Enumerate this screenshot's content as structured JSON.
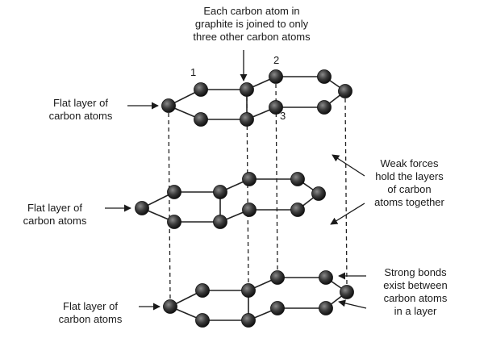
{
  "annotations": {
    "top_caption": "Each carbon atom in\ngraphite is joined to only\nthree other carbon atoms",
    "atom_1": "1",
    "atom_2": "2",
    "atom_3": "3",
    "layer_top": "Flat layer of\ncarbon atoms",
    "layer_middle": "Flat layer of\ncarbon atoms",
    "layer_bottom": "Flat layer of\ncarbon atoms",
    "weak_forces": "Weak forces\nhold the layers\nof carbon\natoms together",
    "strong_bonds": "Strong bonds\nexist between\ncarbon atoms\nin a layer"
  },
  "colors": {
    "atom": "#3a3a3a",
    "bond": "#222222",
    "text": "#1a1a1a"
  }
}
